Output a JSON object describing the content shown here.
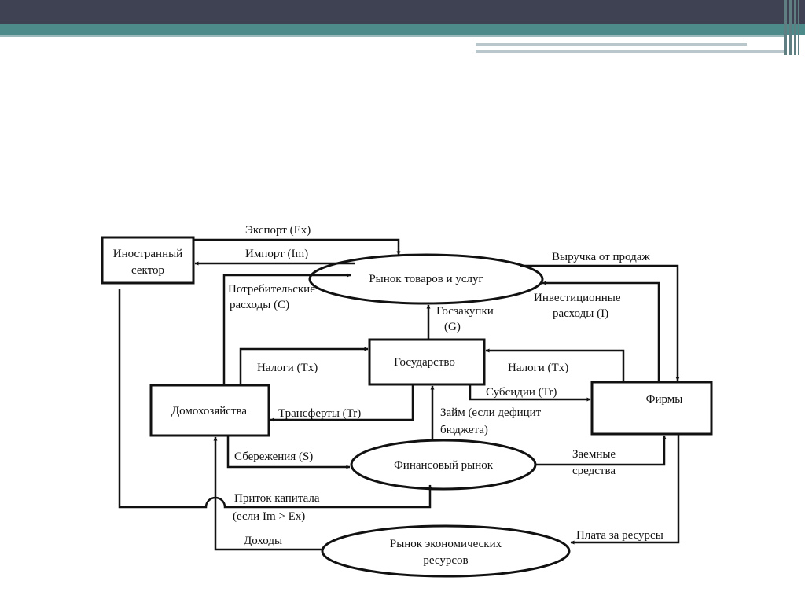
{
  "nodes": {
    "foreign": {
      "line1": "Иностранный",
      "line2": "сектор"
    },
    "goods_market": {
      "label": "Рынок товаров и услуг"
    },
    "government": {
      "label": "Государство"
    },
    "households": {
      "label": "Домохозяйства"
    },
    "firms": {
      "label": "Фирмы"
    },
    "financial_market": {
      "label": "Финансовый рынок"
    },
    "resource_market": {
      "line1": "Рынок экономических",
      "line2": "ресурсов"
    }
  },
  "edges": {
    "export": "Экспорт (Ex)",
    "import": "Импорт (Im)",
    "consumer_spending_1": "Потребительские",
    "consumer_spending_2": "расходы  (С)",
    "sales_revenue": "Выручка от продаж",
    "gov_purchases_1": "Госзакупки",
    "gov_purchases_2": "(G)",
    "investment_1": "Инвестиционные",
    "investment_2": "расходы (I)",
    "taxes_households": "Налоги (Tx)",
    "taxes_firms": "Налоги (Tx)",
    "subsidies": "Субсидии (Tr)",
    "transfers": "Трансферты (Tr)",
    "loan_1": "Займ (если дефицит",
    "loan_2": "бюджета)",
    "savings": "Сбережения (S)",
    "borrowed_funds_1": "Заемные",
    "borrowed_funds_2": "средства",
    "capital_inflow_1": "Приток капитала",
    "capital_inflow_2": "(если Im > Ex)",
    "income": "Доходы",
    "resource_payment": "Плата  за ресурсы"
  }
}
